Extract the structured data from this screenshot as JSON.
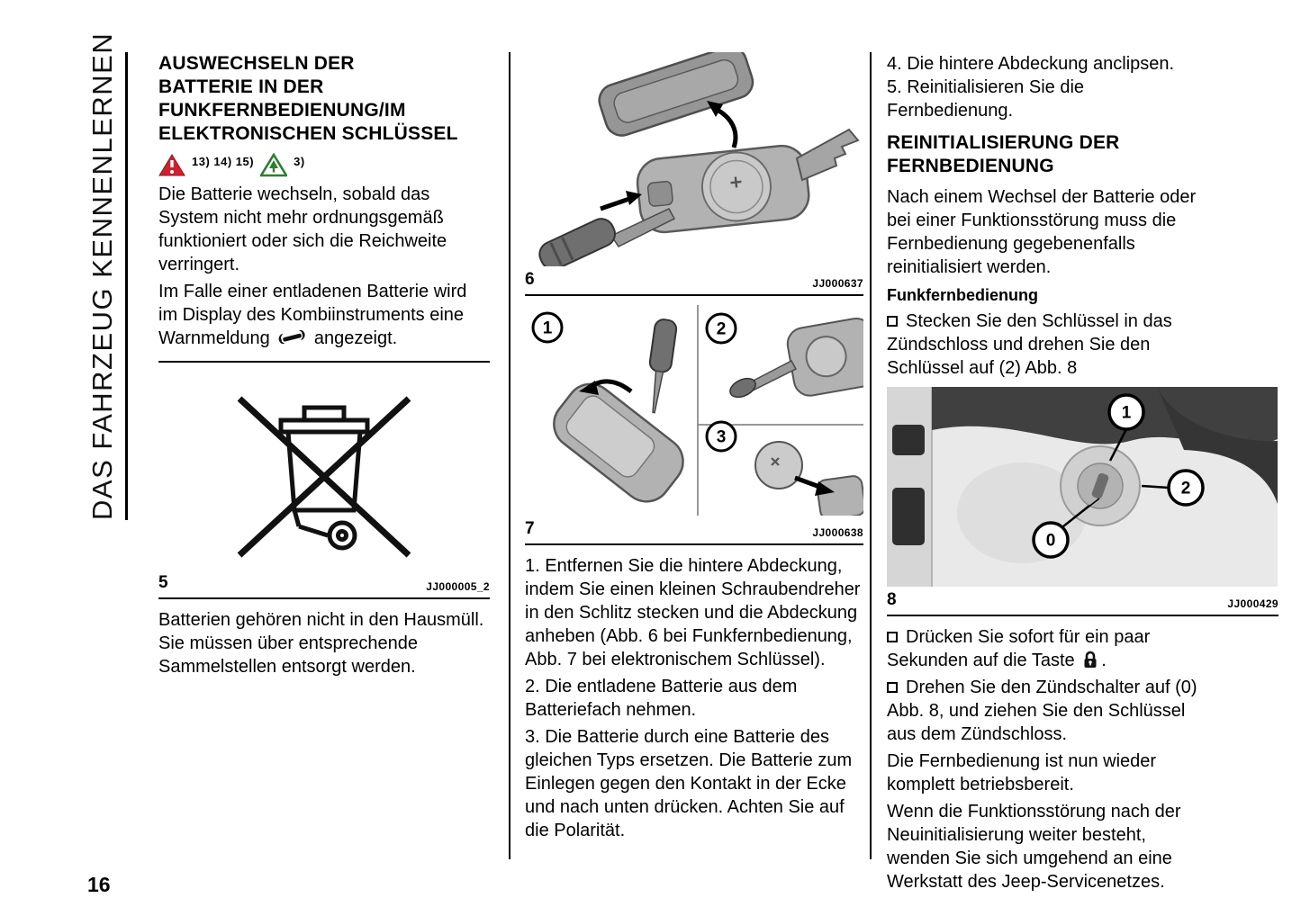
{
  "page": {
    "number": "16",
    "sidebar_label": "DAS FAHRZEUG KENNENLERNEN"
  },
  "colors": {
    "warning_red": "#cf2030",
    "eco_green": "#2e7d32"
  },
  "icons": {
    "warning": "red-warning-triangle",
    "eco": "green-tree-triangle",
    "wrench": "wrench",
    "lock": "padlock",
    "bullet": "square-bullet"
  },
  "col1": {
    "heading_lines": [
      "AUSWECHSELN DER",
      "BATTERIE IN DER",
      "FUNKFERNBEDIENUNG/IM",
      "ELEKTRONISCHEN SCHLÜSSEL"
    ],
    "warning_refs": "13) 14) 15)",
    "eco_ref": "3)",
    "para1": "Die Batterie wechseln, sobald das System nicht mehr ordnungsgemäß funktioniert oder sich die Reichweite verringert.",
    "para2_pre": "Im Falle einer entladenen Batterie wird im Display des Kombiinstruments eine Warnmeldung",
    "para2_post": "angezeigt.",
    "fig5": {
      "number": "5",
      "code": "JJ000005_2"
    },
    "para3": "Batterien gehören nicht in den Hausmüll. Sie müssen über entsprechende Sammelstellen entsorgt werden."
  },
  "col2": {
    "fig6": {
      "number": "6",
      "code": "JJ000637"
    },
    "fig7": {
      "number": "7",
      "code": "JJ000638",
      "callouts": [
        "1",
        "2",
        "3"
      ]
    },
    "steps": [
      "1. Entfernen Sie die hintere Abdeckung, indem Sie einen kleinen Schraubendreher in den Schlitz stecken und die Abdeckung anheben (Abb. 6 bei Funkfernbedienung, Abb. 7 bei elektronischem Schlüssel).",
      "2. Die entladene Batterie aus dem Batteriefach nehmen.",
      "3. Die Batterie durch eine Batterie des gleichen Typs ersetzen. Die Batterie zum Einlegen gegen den Kontakt in der Ecke und nach unten drücken. Achten Sie auf die Polarität."
    ]
  },
  "col3": {
    "step4": "4. Die hintere Abdeckung anclipsen.",
    "step5": "5. Reinitialisieren Sie die Fernbedienung.",
    "heading_lines": [
      "REINITIALISIERUNG DER",
      "FERNBEDIENUNG"
    ],
    "para1": "Nach einem Wechsel der Batterie oder bei einer Funktionsstörung muss die Fernbedienung gegebenenfalls reinitialisiert werden.",
    "subheading": "Funkfernbedienung",
    "bullet1": "Stecken Sie den Schlüssel in das Zündschloss und drehen Sie den Schlüssel auf (2) Abb. 8",
    "fig8": {
      "number": "8",
      "code": "JJ000429",
      "callouts": [
        "0",
        "1",
        "2"
      ]
    },
    "bullet2_pre": "Drücken Sie sofort für ein paar Sekunden auf die Taste",
    "bullet2_post": ".",
    "bullet3": "Drehen Sie den Zündschalter auf (0) Abb. 8, und ziehen Sie den Schlüssel aus dem Zündschloss.",
    "para2": "Die Fernbedienung ist nun wieder komplett betriebsbereit.",
    "para3": "Wenn die Funktionsstörung nach der Neuinitialisierung weiter besteht, wenden Sie sich umgehend an eine Werkstatt des Jeep-Servicenetzes."
  }
}
